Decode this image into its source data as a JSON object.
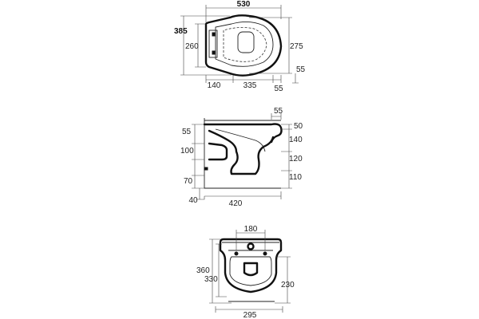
{
  "views": {
    "top": {
      "dims": {
        "width_total": "530",
        "depth_total": "385",
        "inner_height": "260",
        "right_height": "275",
        "right_offset": "55",
        "bottom_left": "140",
        "bottom_mid": "335",
        "bottom_right": "55"
      }
    },
    "side": {
      "dims": {
        "top_right": "55",
        "left_top": "55",
        "left_mid": "100",
        "left_low": "70",
        "left_floor": "40",
        "bottom": "420",
        "right_top": "50",
        "right_2": "140",
        "right_3": "120",
        "right_4": "110"
      }
    },
    "back": {
      "dims": {
        "top": "180",
        "left_outer": "360",
        "left_inner": "330",
        "right": "230",
        "bottom": "295"
      }
    }
  }
}
